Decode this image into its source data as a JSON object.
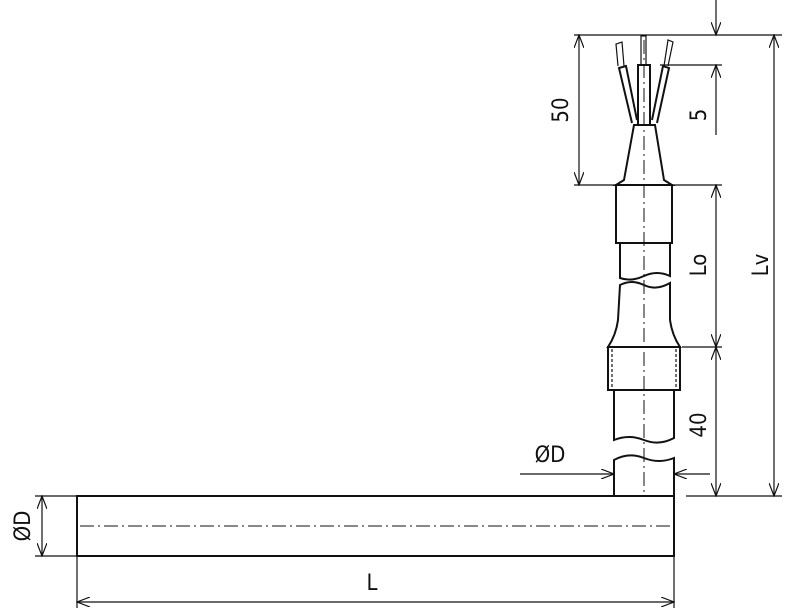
{
  "drawing": {
    "dimensions": {
      "wire_length": "50",
      "strip_length": "5",
      "braid_length": "Lo",
      "total_length": "Lv",
      "sleeve_length": "40",
      "cable_diameter": "ØD",
      "rod_diameter": "ØD",
      "rod_length": "L"
    },
    "colors": {
      "line": "#111111",
      "background": "#ffffff"
    }
  }
}
